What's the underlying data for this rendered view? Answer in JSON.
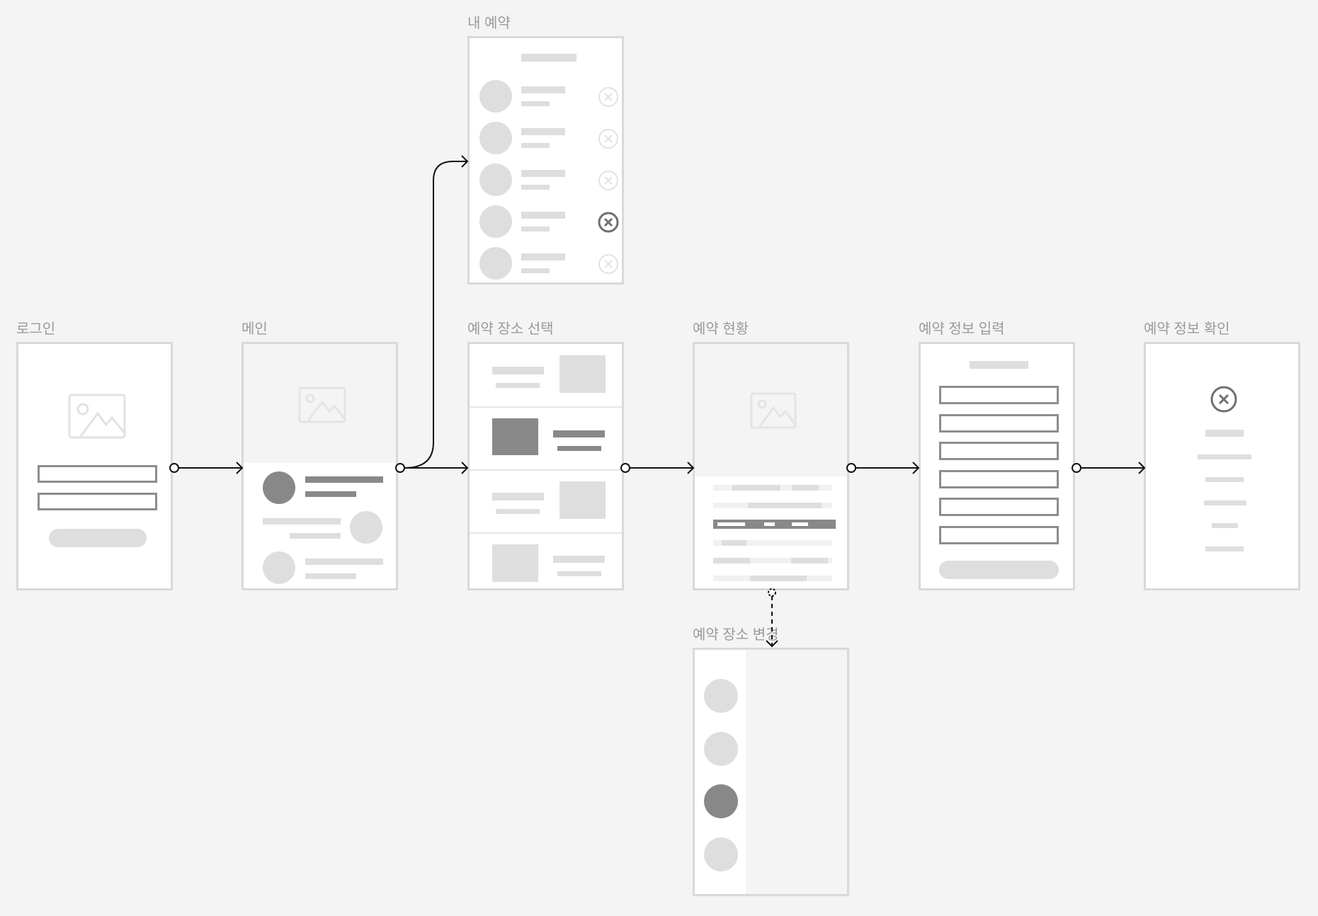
{
  "screens": {
    "login": {
      "label": "로그인"
    },
    "main": {
      "label": "메인"
    },
    "my_reservations": {
      "label": "내 예약"
    },
    "select_place": {
      "label": "예약 장소 선택"
    },
    "status": {
      "label": "예약 현황"
    },
    "info_input": {
      "label": "예약 정보 입력"
    },
    "info_confirm": {
      "label": "예약 정보 확인"
    },
    "change_place": {
      "label": "예약 장소 변경"
    }
  },
  "icons": {
    "image": "image-placeholder-icon",
    "cancel": "close-circle-icon",
    "connector_dot": "connector-start-dot",
    "arrow": "arrow-head"
  },
  "colors": {
    "background": "#f4f4f4",
    "screen_fill": "#ffffff",
    "screen_border": "#d9d9d9",
    "placeholder_light": "#dedede",
    "placeholder_dark": "#898989",
    "label_text": "#9a9a9a",
    "connector": "#111111"
  }
}
